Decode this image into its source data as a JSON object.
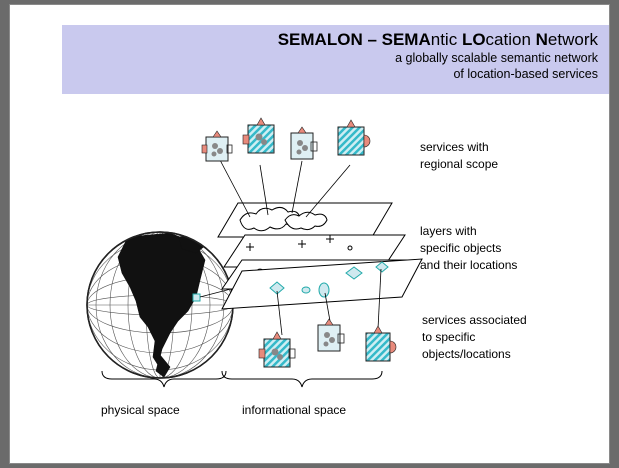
{
  "title": {
    "parts": [
      {
        "text": "SEMALON – SEMA",
        "bold": true
      },
      {
        "text": "ntic ",
        "bold": false
      },
      {
        "text": "LO",
        "bold": true
      },
      {
        "text": "cation ",
        "bold": false
      },
      {
        "text": "N",
        "bold": true
      },
      {
        "text": "etwork",
        "bold": false
      }
    ],
    "subtitle_line1": "a globally scalable semantic network",
    "subtitle_line2": "of location-based services"
  },
  "labels": {
    "regional_l1": "services with",
    "regional_l2": "regional scope",
    "layers_l1": "layers with",
    "layers_l2": "specific objects",
    "layers_l3": "and their locations",
    "assoc_l1": "services associated",
    "assoc_l2": "to specific",
    "assoc_l3": "objects/locations",
    "physical": "physical space",
    "informational": "informational space"
  },
  "colors": {
    "title_bar": "#c9c9ee",
    "service_cyan": "#35b9c9",
    "service_light": "#cfe9ef",
    "service_triangle": "#e88a7c"
  },
  "icons": {
    "service": "puzzle-service-icon",
    "globe": "globe-icon"
  }
}
